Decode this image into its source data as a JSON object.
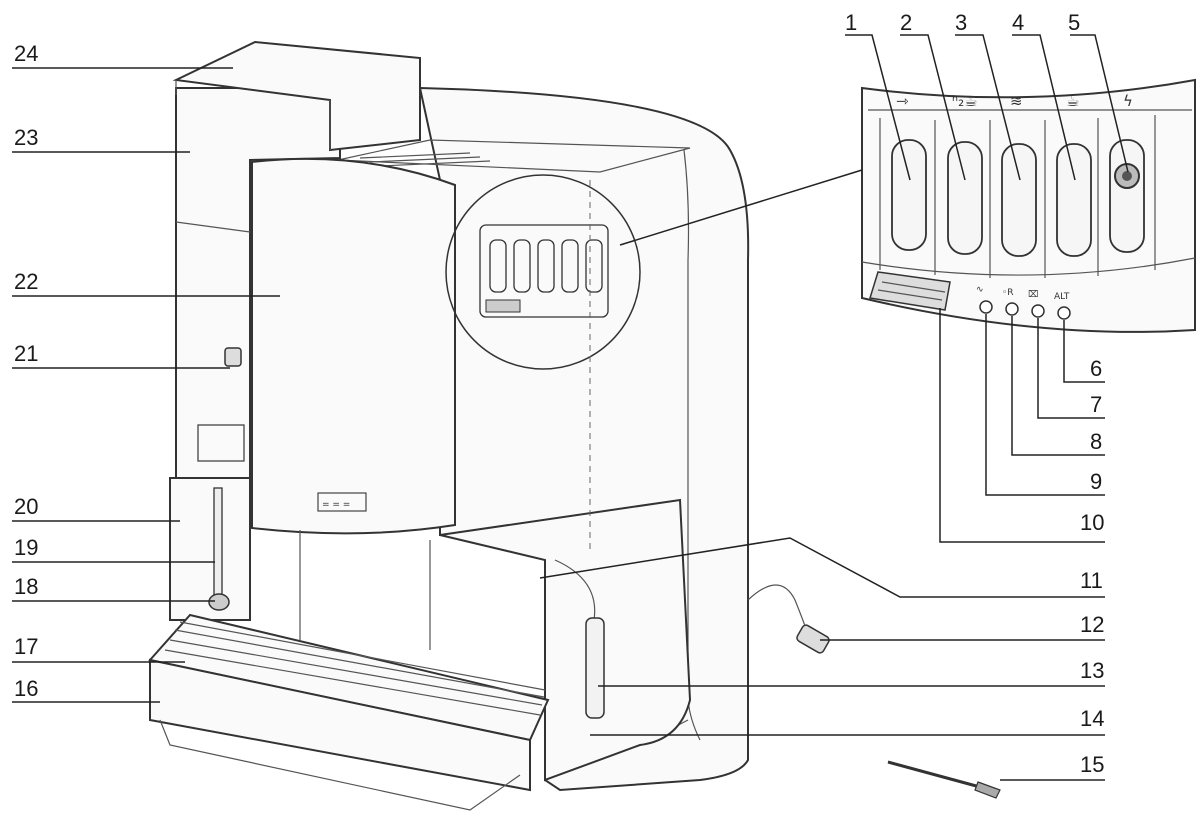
{
  "labels": [
    "1",
    "2",
    "3",
    "4",
    "5",
    "6",
    "7",
    "8",
    "9",
    "10",
    "11",
    "12",
    "13",
    "14",
    "15",
    "16",
    "17",
    "18",
    "19",
    "20",
    "21",
    "22",
    "23",
    "24"
  ],
  "panel_icons": {
    "button_1": "⇾",
    "button_2": "ʰ₂☕",
    "button_3": "≋",
    "button_4": "☕",
    "button_5": "ϟ",
    "led_1": "∿",
    "led_2": "◦R",
    "led_3": "⌧",
    "led_4": "ALT"
  }
}
